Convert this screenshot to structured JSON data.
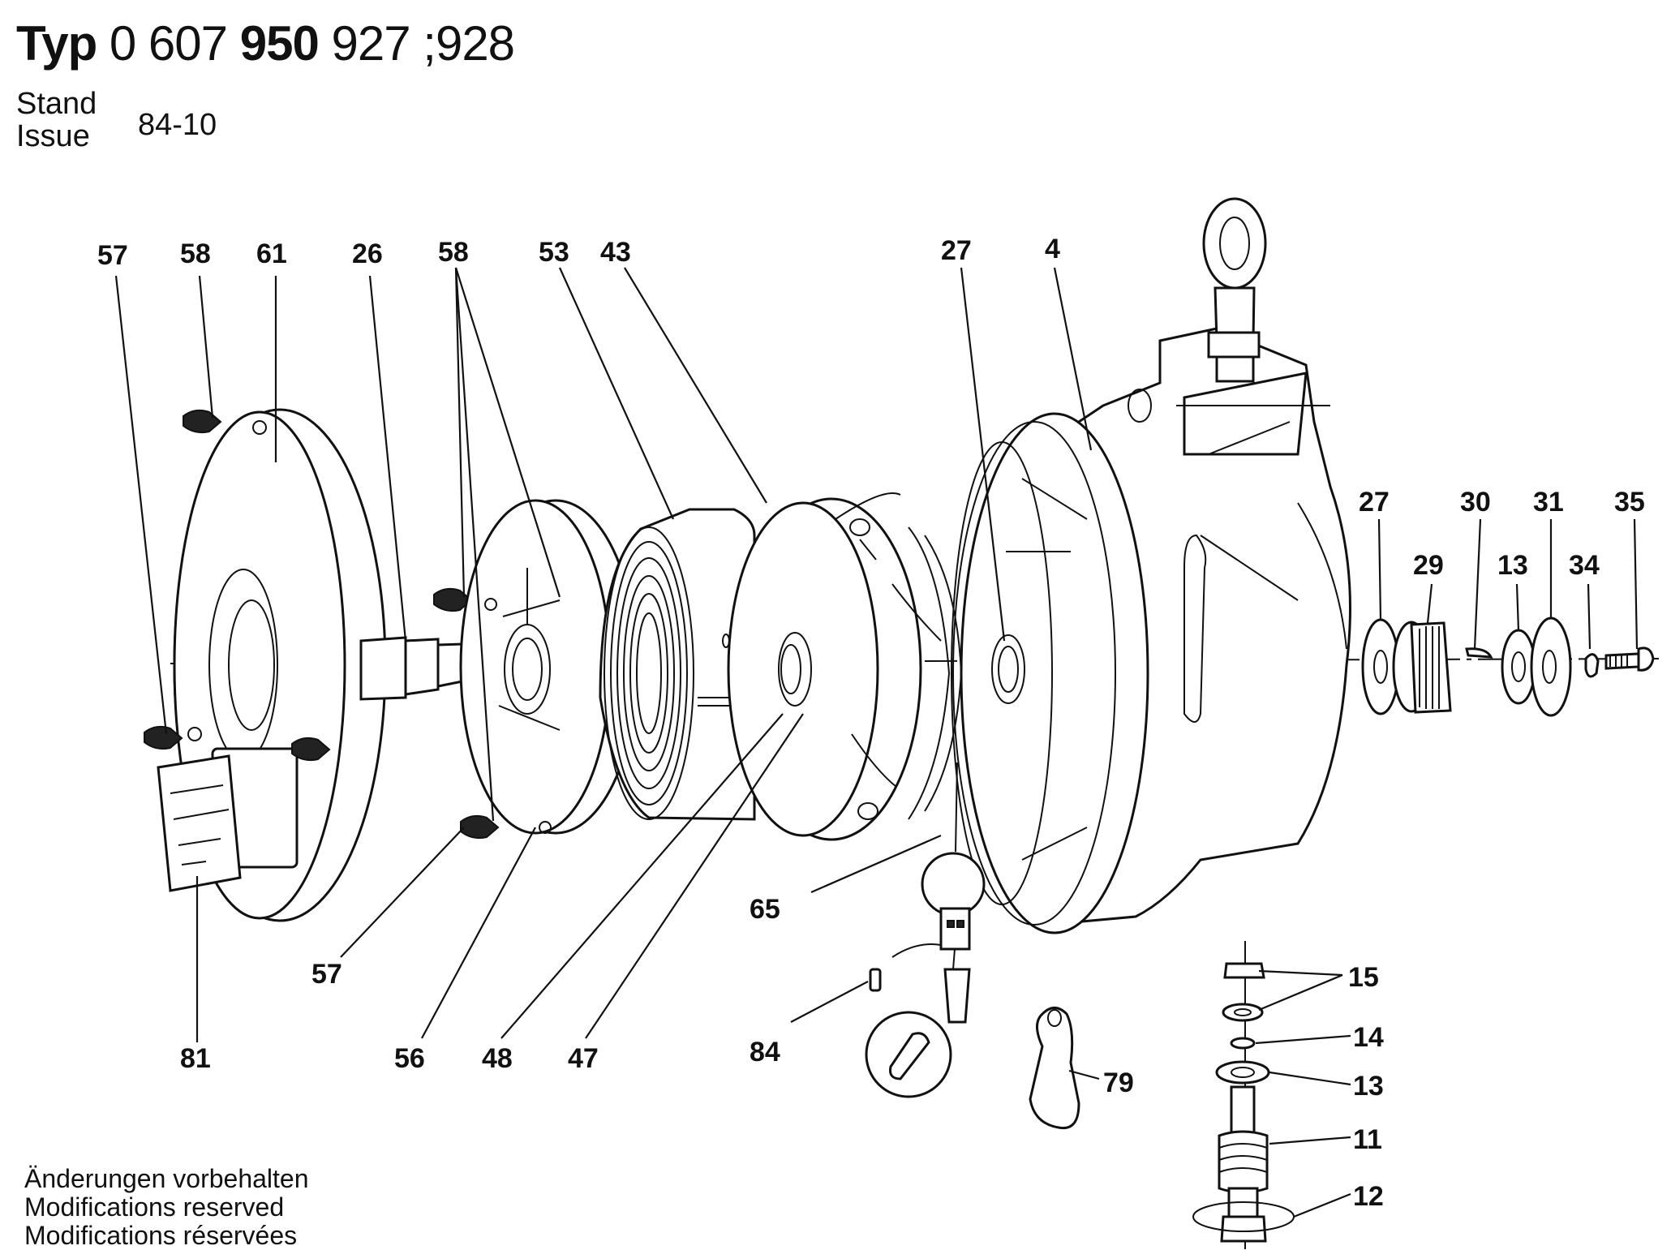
{
  "header": {
    "typ_label": "Typ",
    "type_part1": "0 607",
    "type_part2": "950",
    "type_part3": "927 ;928",
    "stand_label": "Stand",
    "issue_label": "Issue",
    "issue_value": "84-10"
  },
  "footer": {
    "line1": "Änderungen vorbehalten",
    "line2": "Modifications reserved",
    "line3": "Modifications réservées"
  },
  "callouts": {
    "c57a": "57",
    "c58a": "58",
    "c61": "61",
    "c26": "26",
    "c58b": "58",
    "c53": "53",
    "c43": "43",
    "c27a": "27",
    "c4": "4",
    "c27b": "27",
    "c29": "29",
    "c30": "30",
    "c13a": "13",
    "c31": "31",
    "c34": "34",
    "c35": "35",
    "c65": "65",
    "c57b": "57",
    "c81": "81",
    "c56": "56",
    "c48": "48",
    "c47": "47",
    "c84": "84",
    "c79": "79",
    "c15": "15",
    "c14": "14",
    "c13b": "13",
    "c11": "11",
    "c12": "12"
  }
}
